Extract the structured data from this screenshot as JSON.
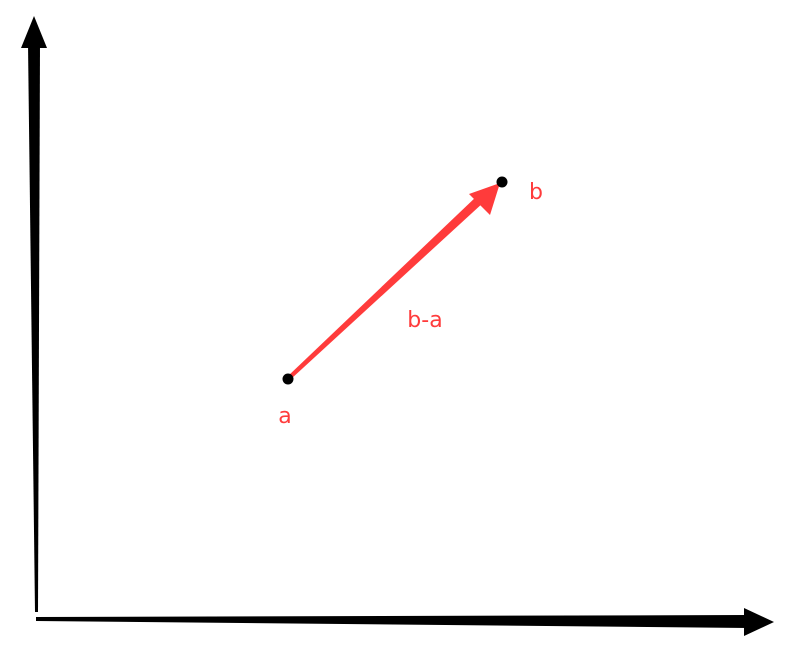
{
  "labels": {
    "point_a": "a",
    "point_b": "b",
    "vector": "b-a"
  },
  "colors": {
    "axes": "#000000",
    "vector": "#ff3b3b",
    "label": "#ff3b3b",
    "points": "#000000",
    "background": "#ffffff"
  }
}
